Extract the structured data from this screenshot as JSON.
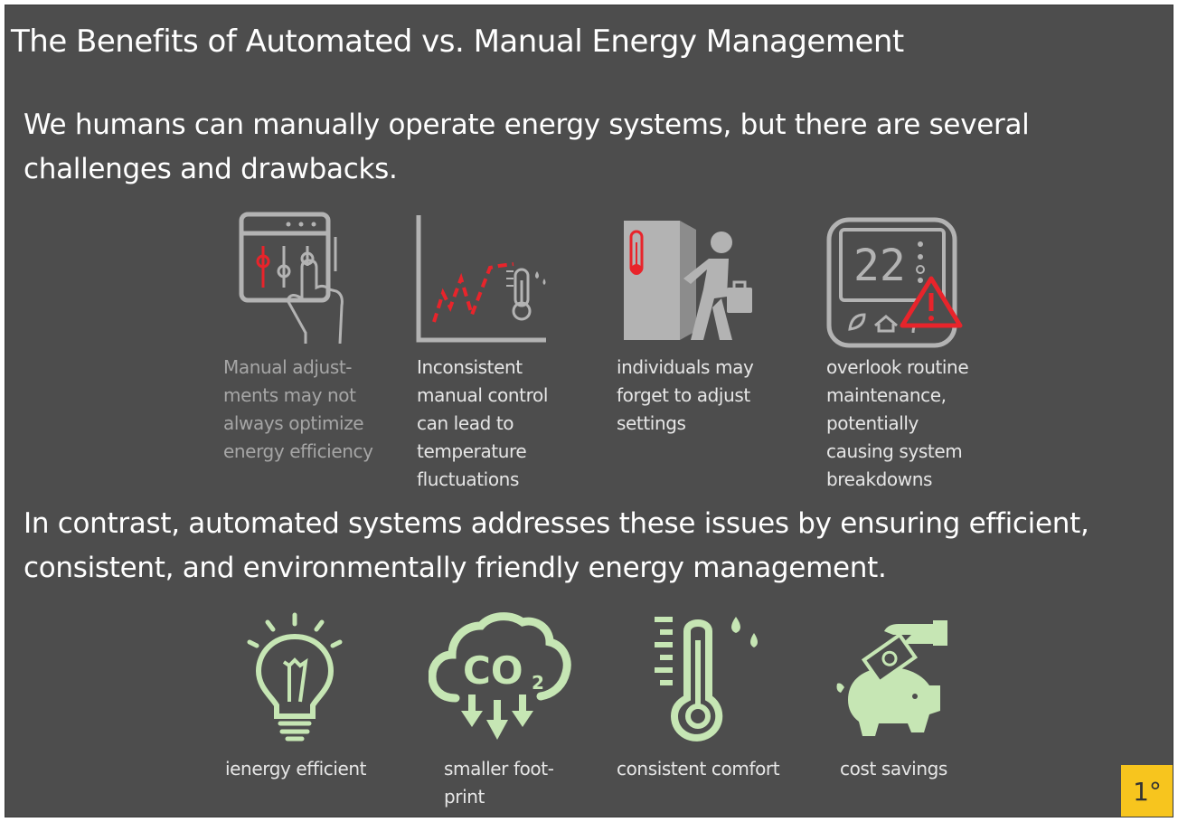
{
  "slide": {
    "title": "The Benefits of Automated vs. Manual Energy Management",
    "intro": "We humans can manually operate energy systems, but there are several challenges and drawbacks.",
    "contrast": "In contrast, automated systems addresses these issues by ensuring efficient, consistent, and environmentally friendly energy management.",
    "badge": "1°"
  },
  "challenges": [
    {
      "icon": "manual-control-hand-icon",
      "label": "Manual adjust- ments may not always optimize energy efficiency"
    },
    {
      "icon": "fluctuating-temperature-chart-icon",
      "label": "Inconsistent manual control can lead to temperature fluctuations"
    },
    {
      "icon": "person-leaving-door-icon",
      "label": "individuals may forget to adjust settings"
    },
    {
      "icon": "thermostat-warning-icon",
      "label": "overlook routine maintenance, potentially causing system breakdowns"
    }
  ],
  "benefits": [
    {
      "icon": "lightbulb-icon",
      "label": "ienergy efficient"
    },
    {
      "icon": "co2-cloud-icon",
      "label": "smaller foot- print",
      "icon_text": "CO",
      "icon_sub": "2"
    },
    {
      "icon": "thermometer-icon",
      "label": "consistent comfort"
    },
    {
      "icon": "piggy-bank-icon",
      "label": "cost savings"
    }
  ],
  "thermostat_readout": "22",
  "colors": {
    "background": "#4d4d4d",
    "text": "#ffffff",
    "icon_gray": "#b3b3b3",
    "alert_red": "#e8242b",
    "benefit_green": "#c6e6b4",
    "badge_yellow": "#f7c51e"
  }
}
